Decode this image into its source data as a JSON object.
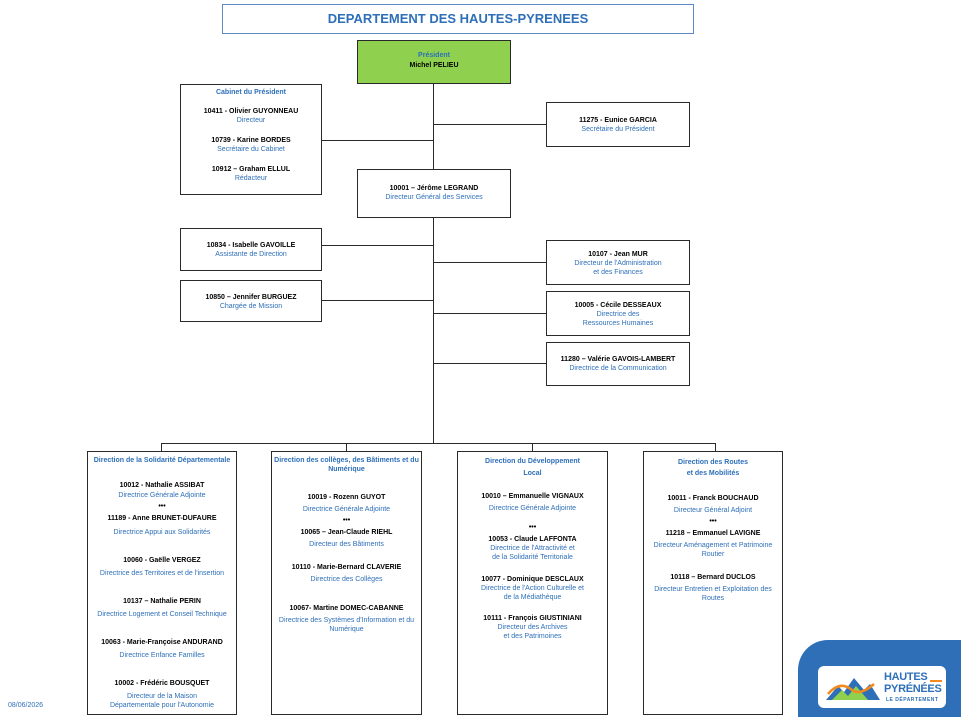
{
  "title": "DEPARTEMENT DES HAUTES-PYRENEES",
  "president": {
    "role": "Président",
    "name": "Michel PELIEU"
  },
  "cabinet": {
    "header": "Cabinet du Président",
    "members": [
      {
        "name": "10411 - Olivier GUYONNEAU",
        "title": "Directeur"
      },
      {
        "name": "10739 - Karine BORDES",
        "title": "Secrétaire du Cabinet"
      },
      {
        "name": "10912 – Graham ELLUL",
        "title": "Rédacteur"
      }
    ]
  },
  "secretary": {
    "name": "11275 - Eunice GARCIA",
    "title": "Secrétaire du Président"
  },
  "dgs": {
    "name": "10001 – Jérôme LEGRAND",
    "title": "Directeur Général des Services"
  },
  "left_staff": [
    {
      "name": "10834 - Isabelle GAVOILLE",
      "title": "Assistante de Direction"
    },
    {
      "name": "10850 – Jennifer BURGUEZ",
      "title": "Chargée de Mission"
    }
  ],
  "right_staff": [
    {
      "name": "10107 - Jean MUR",
      "title1": "Directeur de l'Administration",
      "title2": "et des Finances"
    },
    {
      "name": "10005 - Cécile DESSEAUX",
      "title1": "Directrice des",
      "title2": "Ressources Humaines"
    },
    {
      "name": "11280 – Valérie GAVOIS-LAMBERT",
      "title1": "Directrice de la Communication",
      "title2": ""
    }
  ],
  "directions": [
    {
      "header1": "Direction de la Solidarité Départementale",
      "header2": "",
      "people": [
        {
          "name": "10012 - Nathalie ASSIBAT",
          "t1": "Directrice Générale Adjointe",
          "t2": "",
          "stars": "•••"
        },
        {
          "name": "11189 - Anne BRUNET-DUFAURE",
          "t1": "Directrice Appui aux Solidarités",
          "t2": "",
          "stars": ""
        },
        {
          "name": "10060 - Gaëlle VERGEZ",
          "t1": "Directrice des Territoires et de l'insertion",
          "t2": "",
          "stars": ""
        },
        {
          "name": "10137 – Nathalie PERIN",
          "t1": "Directrice Logement et Conseil Technique",
          "t2": "",
          "stars": ""
        },
        {
          "name": "10063 - Marie-Françoise ANDURAND",
          "t1": "Directrice Enfance Familles",
          "t2": "",
          "stars": ""
        },
        {
          "name": "10002 - Frédéric BOUSQUET",
          "t1": "Directeur de la Maison",
          "t2": "Départementale pour l'Autonomie",
          "stars": ""
        }
      ]
    },
    {
      "header1": "Direction des collèges, des Bâtiments et du",
      "header2": "Numérique",
      "people": [
        {
          "name": "10019 - Rozenn GUYOT",
          "t1": "Directrice Générale Adjointe",
          "t2": "",
          "stars": "•••"
        },
        {
          "name": "10065 – Jean-Claude RIEHL",
          "t1": "Directeur des Bâtiments",
          "t2": "",
          "stars": ""
        },
        {
          "name": "10110 - Marie-Bernard CLAVERIE",
          "t1": "Directrice des Collèges",
          "t2": "",
          "stars": ""
        },
        {
          "name": "10067- Martine DOMEC-CABANNE",
          "t1": "Directrice des Systèmes d'Information et du",
          "t2": "Numérique",
          "stars": ""
        }
      ]
    },
    {
      "header1": "Direction du Développement",
      "header2": "Local",
      "people": [
        {
          "name": "10010 – Emmanuelle VIGNAUX",
          "t1": "Directrice Générale Adjointe",
          "t2": "",
          "stars": "•••"
        },
        {
          "name": "10053 - Claude LAFFONTA",
          "t1": "Directrice de l'Attractivité et",
          "t2": "de la Solidarité Territoriale",
          "stars": ""
        },
        {
          "name": "10077 - Dominique DESCLAUX",
          "t1": "Directrice de l'Action Culturelle et",
          "t2": "de la Médiathèque",
          "stars": ""
        },
        {
          "name": "10111 - François GIUSTINIANI",
          "t1": "Directeur des Archives",
          "t2": "et des Patrimoines",
          "stars": ""
        }
      ]
    },
    {
      "header1": "Direction des Routes",
      "header2": "et des Mobilités",
      "people": [
        {
          "name": "10011 - Franck BOUCHAUD",
          "t1": "Directeur Général Adjoint",
          "t2": "",
          "stars": "•••"
        },
        {
          "name": "11218 – Emmanuel LAVIGNE",
          "t1": "Directeur Aménagement et Patrimoine",
          "t2": "Routier",
          "stars": ""
        },
        {
          "name": "10118 – Bernard DUCLOS",
          "t1": "Directeur Entretien et Exploitation des",
          "t2": "Routes",
          "stars": ""
        }
      ]
    }
  ],
  "date": "08/06/2026",
  "logo": {
    "line1": "HAUTES",
    "line2": "PYRÉNÉES",
    "line3": "LE DÉPARTEMENT"
  },
  "colors": {
    "accent_blue": "#2e6fb8",
    "president_green": "#8fd14f",
    "line": "#2a2a2a"
  }
}
